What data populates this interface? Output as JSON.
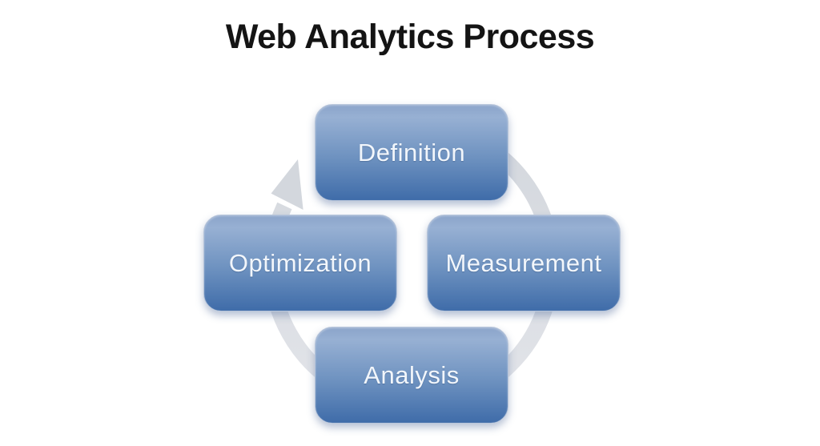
{
  "title": "Web Analytics Process",
  "diagram": {
    "type": "cycle",
    "flow": "clockwise",
    "steps": [
      {
        "label": "Definition",
        "position": "top"
      },
      {
        "label": "Measurement",
        "position": "right"
      },
      {
        "label": "Analysis",
        "position": "bottom"
      },
      {
        "label": "Optimization",
        "position": "left"
      }
    ]
  },
  "colors": {
    "background": "#ffffff",
    "title_text": "#141414",
    "box_text": "#f2f6fb",
    "box_top": "#8ba4ca",
    "box_highlight": "#97b0d3",
    "box_mid": "#6e92c0",
    "box_bottom": "#3f6ca9",
    "box_border": "#b7c5da",
    "box_shadow": "rgba(90,115,160,0.45)",
    "ring_top": "#d3d7dd",
    "ring_bottom": "#e2e4e9"
  }
}
